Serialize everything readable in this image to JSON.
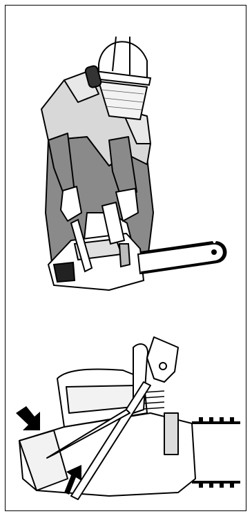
{
  "figure": {
    "panels": [
      {
        "id": "operator-starting-chainsaw",
        "elements": [
          "helmet-with-visor",
          "ear-protector",
          "gloves",
          "chainsaw",
          "guide-bar",
          "saw-chain"
        ]
      },
      {
        "id": "chainsaw-handle-detail",
        "elements": [
          "front-handle",
          "chain-brake-lever",
          "rear-handle",
          "arrow-upper",
          "arrow-lower"
        ]
      }
    ],
    "colors": {
      "line": "#000000",
      "clothing_fill": "#8a8a8a",
      "background": "#ffffff"
    }
  }
}
